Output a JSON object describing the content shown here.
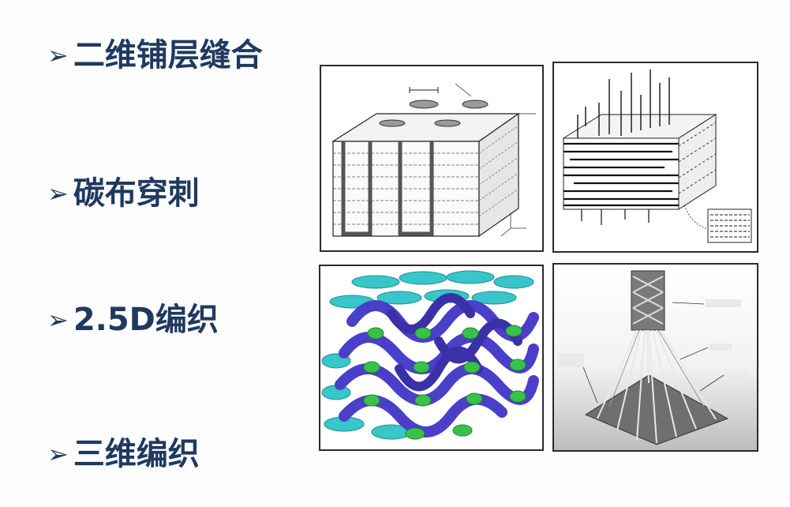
{
  "bullets": [
    {
      "marker": "➢",
      "text": "二维铺层缝合"
    },
    {
      "marker": "➢",
      "text": "碳布穿刺"
    },
    {
      "marker": "➢",
      "text": "2.5D编织"
    },
    {
      "marker": "➢",
      "text": "三维编织"
    }
  ],
  "colors": {
    "text": "#1f3a5f",
    "weave_dark": "#4a3fc8",
    "weave_cyan": "#37c6c9",
    "weave_green": "#39c24a"
  }
}
